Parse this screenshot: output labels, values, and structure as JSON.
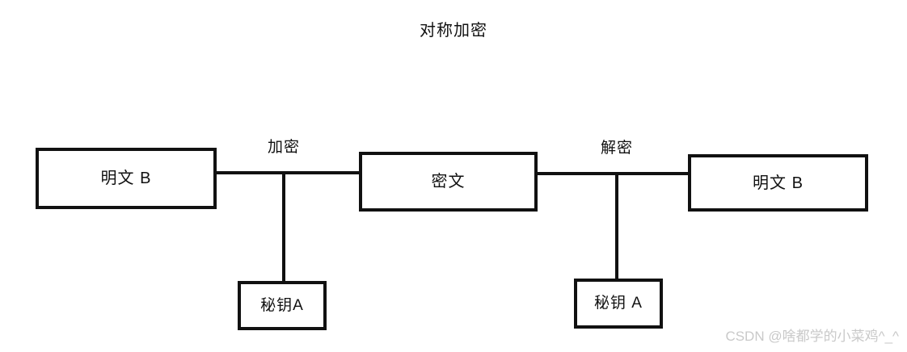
{
  "title": "对称加密",
  "nodes": {
    "plaintext_source": {
      "label": "明文  B"
    },
    "ciphertext": {
      "label": "密文"
    },
    "plaintext_result": {
      "label": "明文  B"
    },
    "key_encrypt": {
      "label": "秘钥A"
    },
    "key_decrypt": {
      "label": "秘钥 A"
    }
  },
  "edges": {
    "encrypt_label": "加密",
    "decrypt_label": "解密"
  },
  "watermark": "CSDN @啥都学的小菜鸡^_^",
  "colors": {
    "stroke": "#111111",
    "background": "#ffffff",
    "watermark": "#c9c9c9"
  }
}
